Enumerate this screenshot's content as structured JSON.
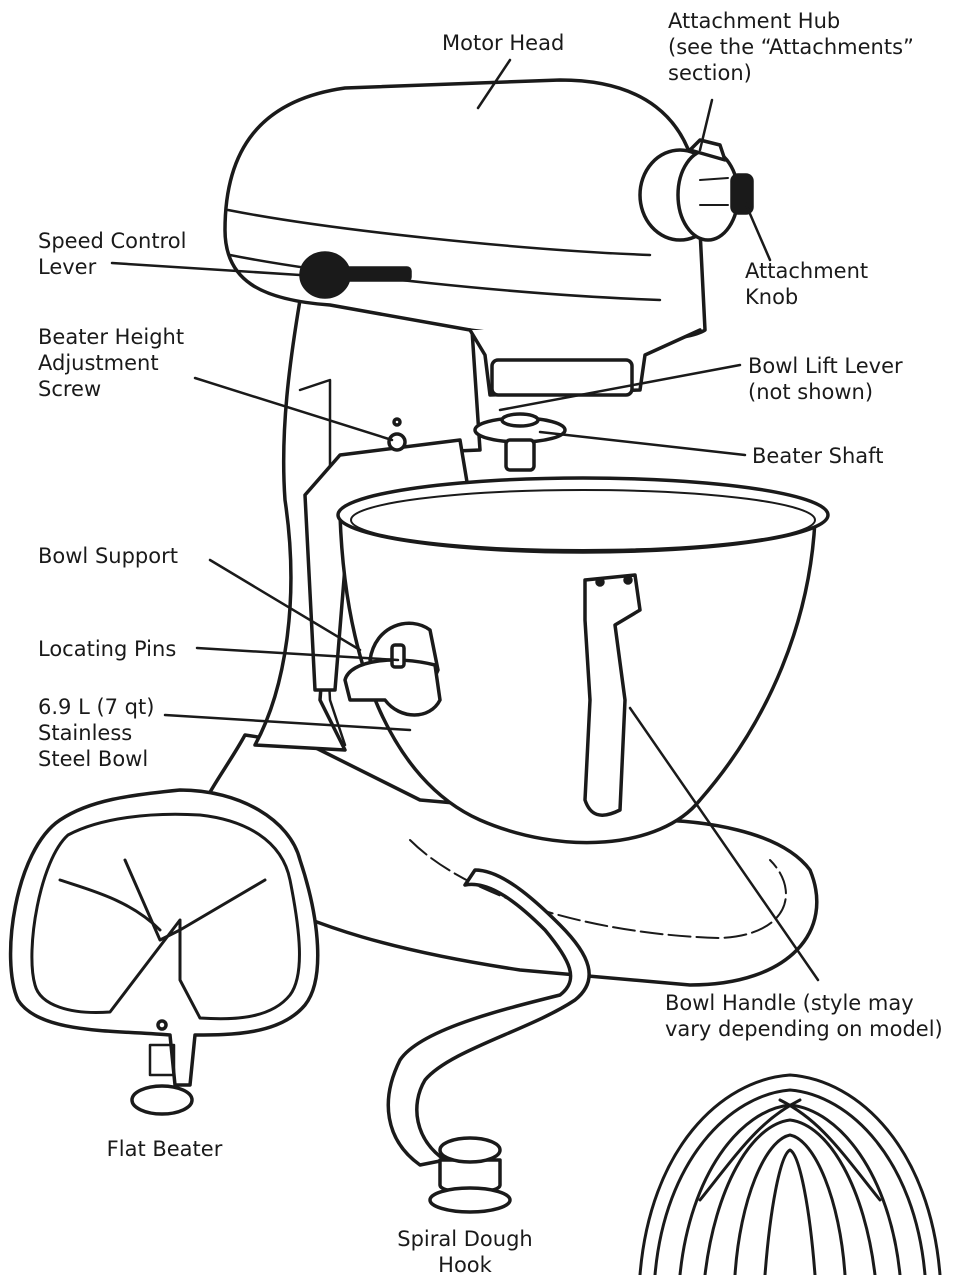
{
  "labels": {
    "motor_head": "Motor Head",
    "attachment_hub": "Attachment Hub\n(see the “Attachments”\nsection)",
    "attachment_knob": "Attachment\nKnob",
    "speed_control_lever": "Speed Control\nLever",
    "beater_height_adjustment_screw": "Beater Height\nAdjustment\nScrew",
    "bowl_lift_lever": "Bowl Lift Lever\n(not shown)",
    "beater_shaft": "Beater Shaft",
    "bowl_support": "Bowl Support",
    "locating_pins": "Locating Pins",
    "stainless_steel_bowl": "6.9 L (7 qt)\nStainless\nSteel Bowl",
    "bowl_handle": "Bowl Handle (style may\nvary depending on model)",
    "flat_beater": "Flat Beater",
    "spiral_dough_hook": "Spiral Dough\nHook"
  },
  "icons": [
    "stand-mixer-icon",
    "flat-beater-icon",
    "dough-hook-icon",
    "wire-whip-icon"
  ],
  "colors": {
    "line": "#1a1a1a",
    "background": "#ffffff"
  }
}
